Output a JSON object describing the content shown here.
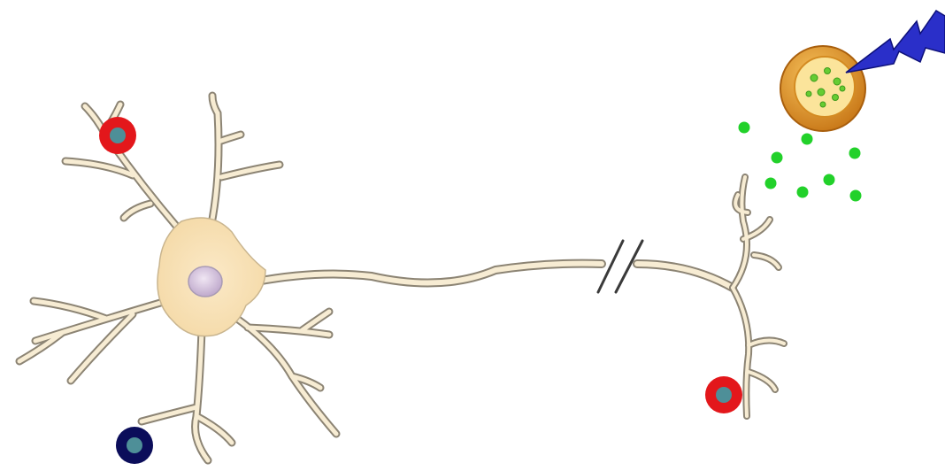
{
  "diagram": {
    "colors": {
      "background": "#ffffff",
      "neuron_fill": "#f7e1b5",
      "neuron_outline": "#8c8474",
      "nucleus_fill": "#d8c5e0",
      "nucleus_outline": "#a99bb5",
      "axon_break": "#3a3a3a",
      "marker_red_ring": "#e3171b",
      "marker_navy_ring": "#0b0d5a",
      "marker_core": "#4e8f98",
      "vesicle_shell": "#e59a2e",
      "vesicle_inner": "#fbe49b",
      "vesicle_dots": "#66cc33",
      "released_dots": "#22d12a",
      "stimulus_bolt": "#2a2fc9"
    },
    "elements": {
      "neuron": "neuron",
      "cell_body": "cell-body",
      "nucleus": "nucleus",
      "axon": "axon",
      "axon_break": "axon-break",
      "axon_terminal": "axon-terminal",
      "receptor_markers": [
        "red-marker",
        "navy-marker",
        "red-marker"
      ],
      "vesicle": "synaptic-vesicle",
      "released_particles": "released-particles",
      "stimulus": "lightning-bolt-icon"
    }
  }
}
